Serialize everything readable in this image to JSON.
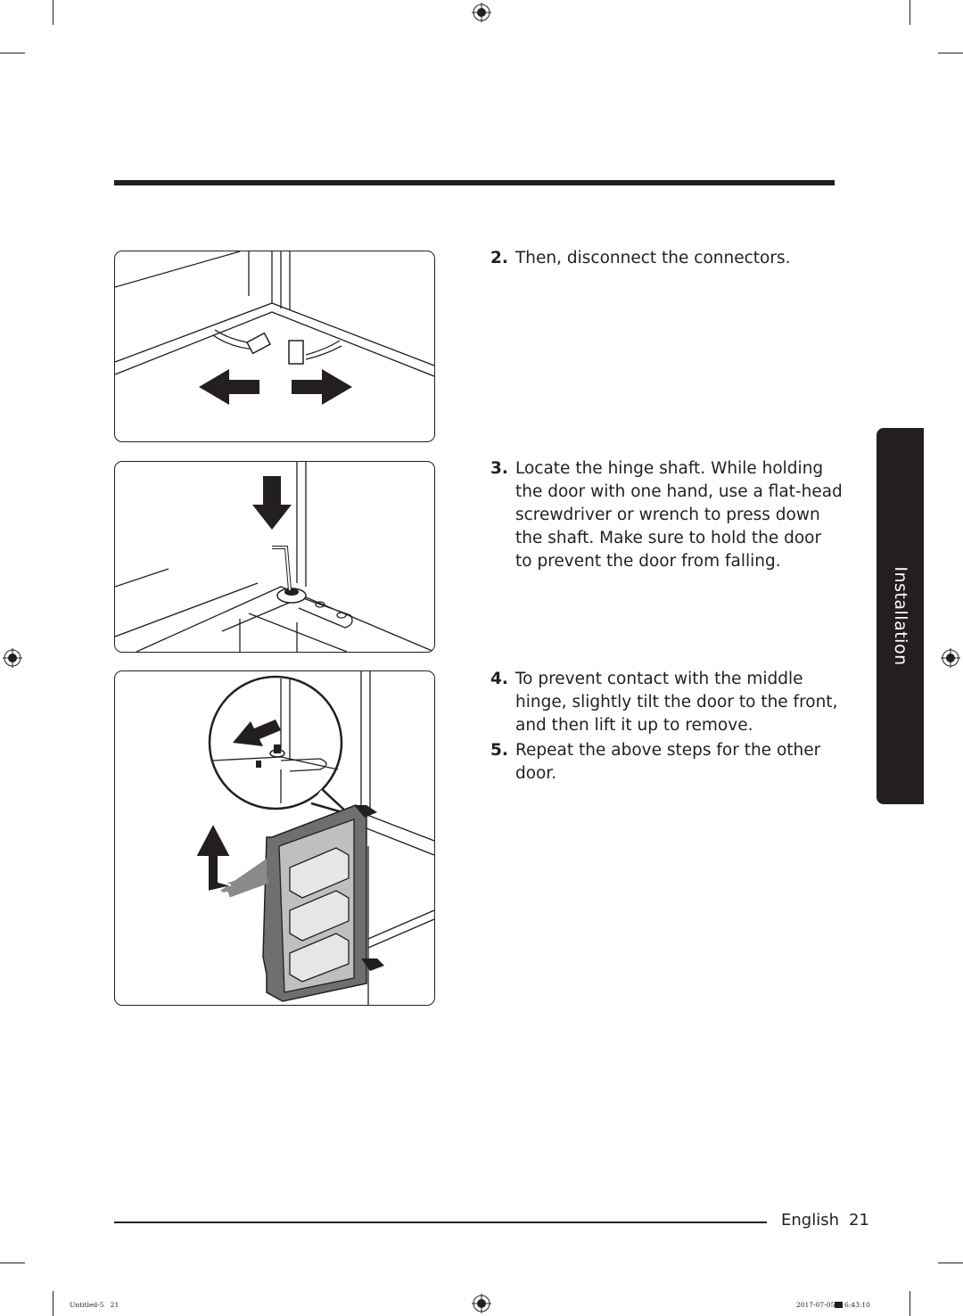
{
  "side_tab": {
    "label": "Installation"
  },
  "steps": [
    {
      "number": "2.",
      "text": "Then, disconnect the connectors."
    },
    {
      "number": "3.",
      "text": "Locate the hinge shaft. While holding the door with one hand, use a flat-head screwdriver or wrench to press down the shaft. Make sure to hold the door to prevent the door from falling."
    },
    {
      "number": "4.",
      "text": "To prevent contact with the middle hinge, slightly tilt the door to the front, and then lift it up to remove."
    },
    {
      "number": "5.",
      "text": "Repeat the above steps for the other door."
    }
  ],
  "figures": [
    {
      "icon": "connector-disconnect-illustration"
    },
    {
      "icon": "hinge-shaft-press-illustration"
    },
    {
      "icon": "door-lift-removal-illustration"
    }
  ],
  "footer": {
    "language": "English",
    "page_number": "21"
  },
  "slug": {
    "file": "Untitled-5   21",
    "date": "2017-07-05",
    "time": "6:43:10"
  },
  "colors": {
    "ink": "#231f20",
    "paper": "#ffffff",
    "arrow_grey": "#8a8a8a"
  }
}
